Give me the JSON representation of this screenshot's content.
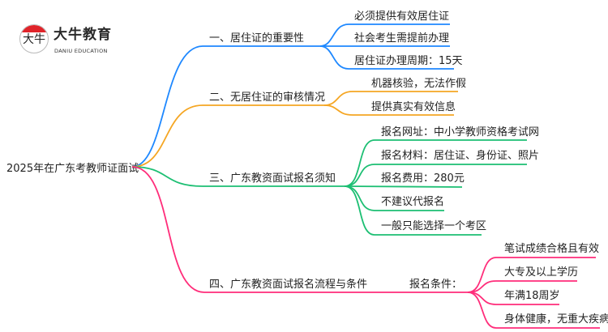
{
  "logo": {
    "title": "大牛教育",
    "subtitle": "DANIU EDUCATION",
    "mark": "大牛"
  },
  "colors": {
    "b1": "#1e88ff",
    "b2": "#f5a623",
    "b3": "#1dbf73",
    "b4": "#ff2d7a"
  },
  "root": "2025年在广东考教师证面试",
  "branches": [
    {
      "label": "一、居住证的重要性",
      "children": [
        "必须提供有效居住证",
        "社会考生需提前办理",
        "居住证办理周期：15天"
      ]
    },
    {
      "label": "二、无居住证的审核情况",
      "children": [
        "机器核验，无法作假",
        "提供真实有效信息"
      ]
    },
    {
      "label": "三、广东教资面试报名须知",
      "children": [
        "报名网址：中小学教师资格考试网",
        "报名材料：居住证、身份证、照片",
        "报名费用：280元",
        "不建议代报名",
        "一般只能选择一个考区"
      ]
    },
    {
      "label": "四、广东教资面试报名流程与条件",
      "sub": "报名条件：",
      "children": [
        "笔试成绩合格且有效",
        "大专及以上学历",
        "年满18周岁",
        "身体健康，无重大疾病"
      ]
    }
  ]
}
